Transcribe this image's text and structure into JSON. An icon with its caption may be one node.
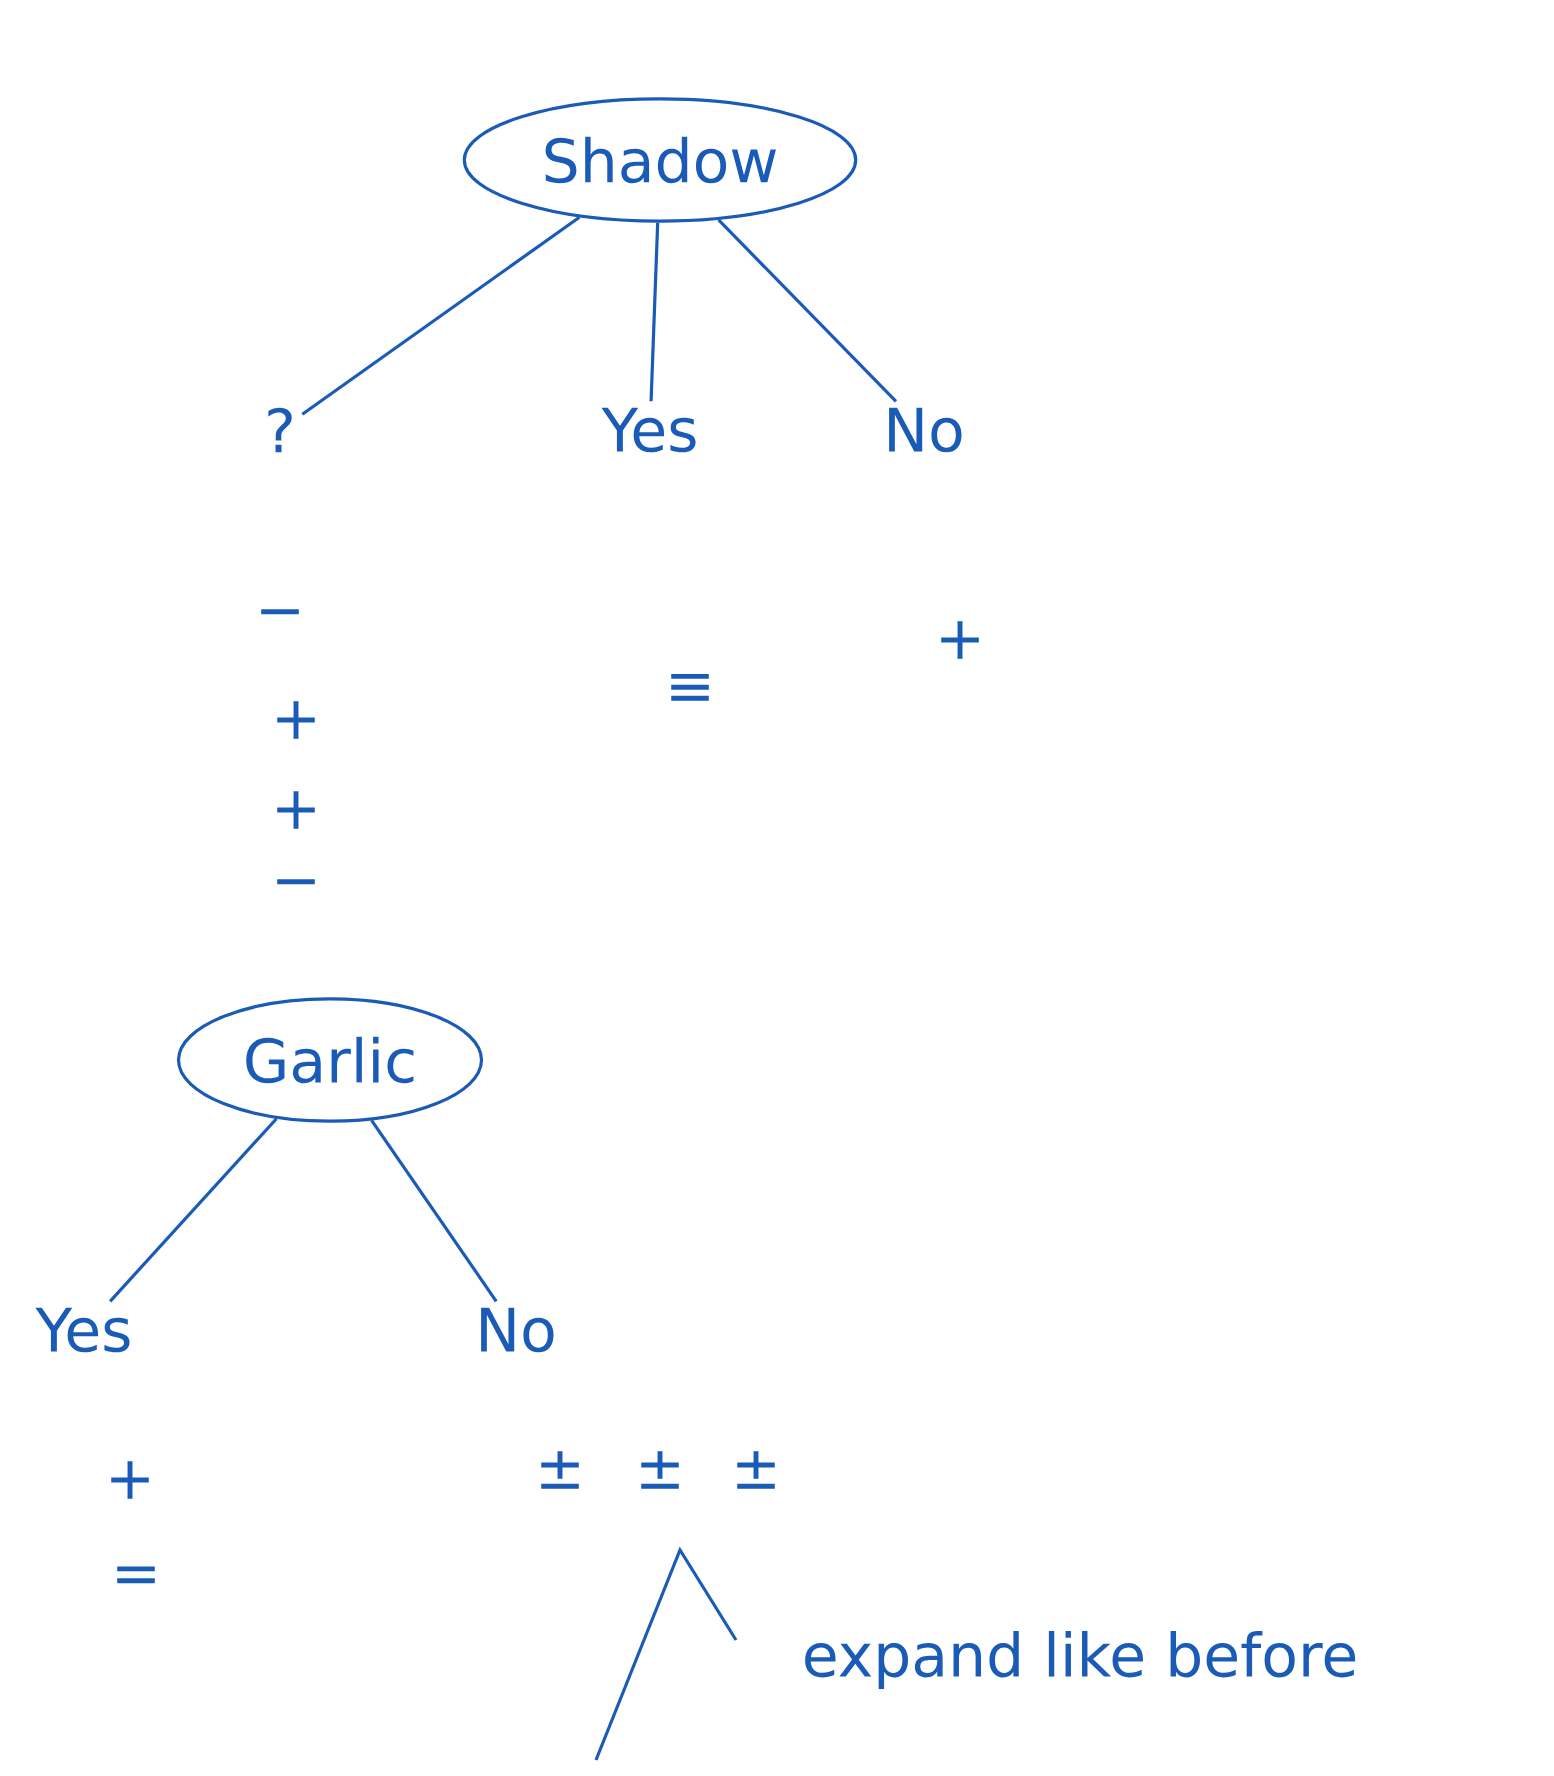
{
  "diagram": {
    "nodes": [
      {
        "text": [
          "Shadow"
        ]
      },
      {
        "text": [
          "?"
        ]
      },
      {
        "text": [
          "Yes"
        ]
      },
      {
        "text": [
          "No"
        ]
      },
      {
        "text": [
          "Garlic"
        ]
      },
      {
        "text": [
          "Yes"
        ]
      },
      {
        "text": [
          "No"
        ]
      }
    ],
    "edges": [
      {
        "from": 0,
        "to": 1,
        "arrow": "none"
      },
      {
        "from": 0,
        "to": 2,
        "arrow": "none"
      },
      {
        "from": 0,
        "to": 3,
        "arrow": "none"
      },
      {
        "from": 4,
        "to": 5,
        "arrow": "none"
      },
      {
        "from": 4,
        "to": 6,
        "arrow": "none"
      }
    ],
    "labels": [
      "−",
      "≡",
      "+",
      "+",
      "+",
      "−",
      "+",
      "±",
      "±",
      "±",
      "=",
      "expand like before"
    ]
  }
}
